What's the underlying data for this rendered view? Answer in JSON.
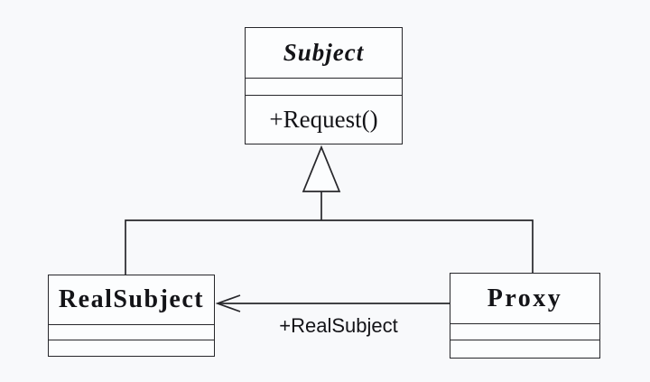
{
  "classes": {
    "subject": {
      "name": "Subject",
      "attributes": "",
      "method": "+Request()"
    },
    "realSubject": {
      "name": "RealSubject",
      "attributes": "",
      "methods": ""
    },
    "proxy": {
      "name": "Proxy",
      "attributes": "",
      "methods": ""
    }
  },
  "relationships": {
    "generalization": {
      "parent": "Subject",
      "children": [
        "RealSubject",
        "Proxy"
      ]
    },
    "association": {
      "from": "Proxy",
      "to": "RealSubject",
      "label": "+RealSubject"
    }
  },
  "colors": {
    "background": "#f8f9fb",
    "box_fill": "#fcfdfe",
    "line": "#27272b",
    "text": "#141418"
  }
}
